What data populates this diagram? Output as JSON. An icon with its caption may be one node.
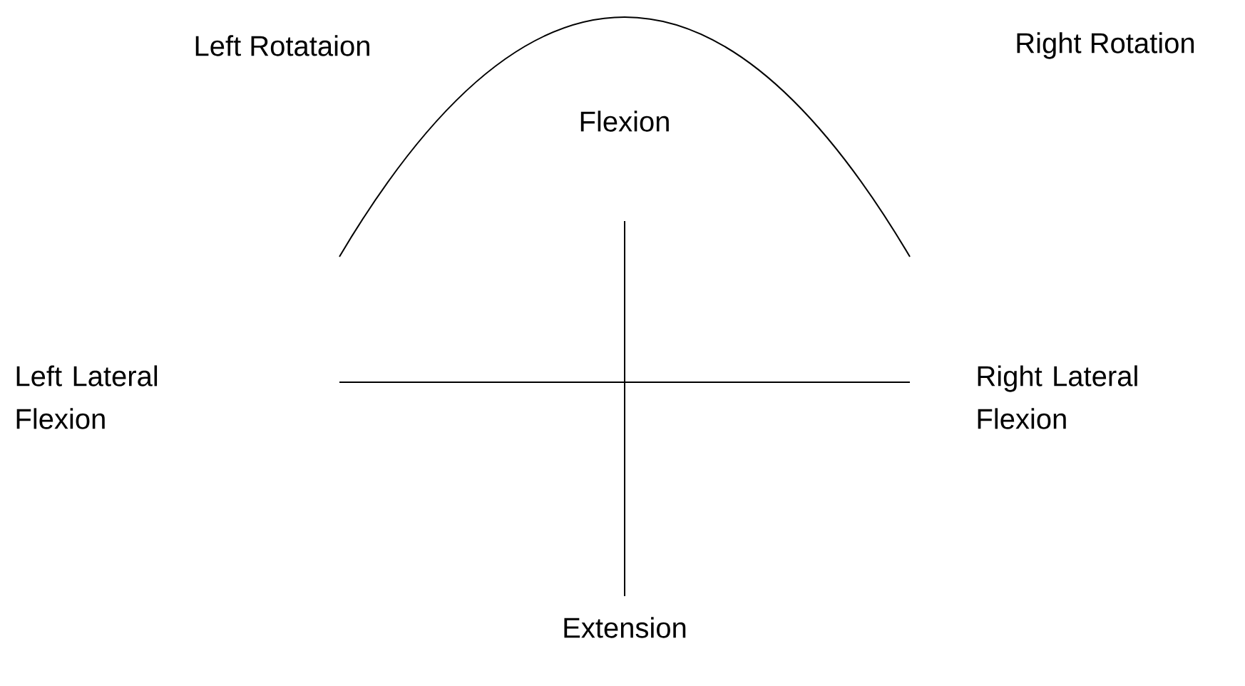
{
  "diagram": {
    "labels": [
      "Left Rotataion",
      "Right Rotation",
      "Flexion",
      "Left Lateral Flexion",
      "Right Lateral Flexion",
      "Extension"
    ]
  }
}
